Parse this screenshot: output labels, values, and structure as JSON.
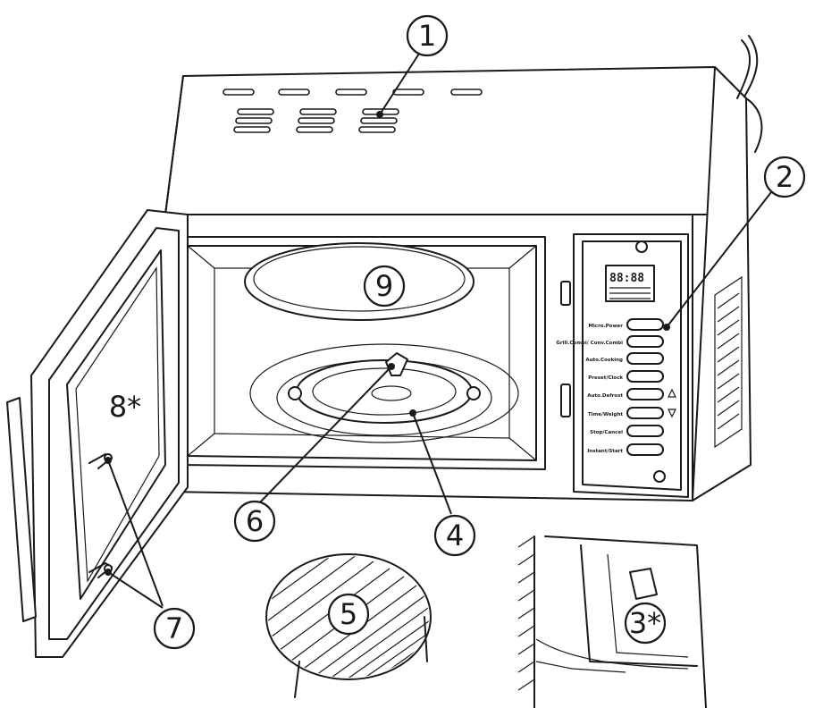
{
  "callouts": [
    {
      "id": "1",
      "label": "1"
    },
    {
      "id": "2",
      "label": "2"
    },
    {
      "id": "3",
      "label": "3*"
    },
    {
      "id": "4",
      "label": "4"
    },
    {
      "id": "5",
      "label": "5"
    },
    {
      "id": "6",
      "label": "6"
    },
    {
      "id": "7",
      "label": "7"
    },
    {
      "id": "8",
      "label": "8*"
    },
    {
      "id": "9",
      "label": "9"
    }
  ],
  "control_panel": {
    "display_digits": "88:88",
    "buttons": [
      {
        "label": "Micro.Power"
      },
      {
        "label": "Grill.Combi/ Conv.Combi"
      },
      {
        "label": "Auto.Cooking"
      },
      {
        "label": "Preset/Clock"
      },
      {
        "label": "Auto.Defrost"
      },
      {
        "label": "Time/Weight"
      },
      {
        "label": "Stop/Cancel"
      },
      {
        "label": "Instant/Start"
      }
    ]
  }
}
